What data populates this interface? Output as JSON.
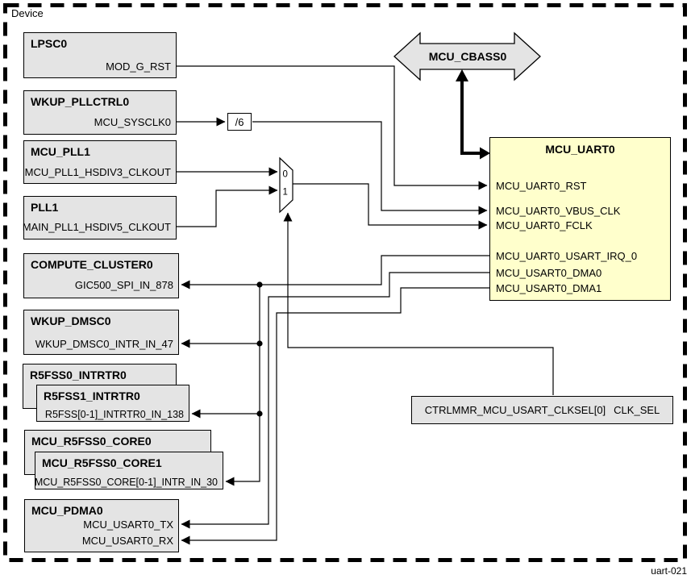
{
  "page": {
    "device_label": "Device",
    "figure_label": "uart-021"
  },
  "colors": {
    "module_fill": "#e4e4e4",
    "uart_fill": "#ffffcc",
    "mux_fill": "#ffffff",
    "wire": "#000000"
  },
  "bus": {
    "label": "MCU_CBASS0"
  },
  "clock_divider": {
    "label": "/6"
  },
  "mux": {
    "input0_label": "0",
    "input1_label": "1"
  },
  "modules": {
    "lpsc0": {
      "title": "LPSC0",
      "port": "MOD_G_RST"
    },
    "wkup_pllctrl0": {
      "title": "WKUP_PLLCTRL0",
      "port": "MCU_SYSCLK0"
    },
    "mcu_pll1": {
      "title": "MCU_PLL1",
      "port": "MCU_PLL1_HSDIV3_CLKOUT"
    },
    "pll1": {
      "title": "PLL1",
      "port": "MAIN_PLL1_HSDIV5_CLKOUT"
    },
    "compute_cluster0": {
      "title": "COMPUTE_CLUSTER0",
      "port": "GIC500_SPI_IN_878"
    },
    "wkup_dmsc0": {
      "title": "WKUP_DMSC0",
      "port": "WKUP_DMSC0_INTR_IN_47"
    },
    "r5fss0_intrtr0": {
      "title": "R5FSS0_INTRTR0"
    },
    "r5fss1_intrtr0": {
      "title": "R5FSS1_INTRTR0",
      "port": "R5FSS[0-1]_INTRTR0_IN_138"
    },
    "mcu_r5fss0_core0": {
      "title": "MCU_R5FSS0_CORE0"
    },
    "mcu_r5fss0_core1": {
      "title": "MCU_R5FSS0_CORE1",
      "port": "MCU_R5FSS0_CORE[0-1]_INTR_IN_30"
    },
    "mcu_pdma0": {
      "title": "MCU_PDMA0",
      "port_tx": "MCU_USART0_TX",
      "port_rx": "MCU_USART0_RX"
    },
    "ctrlmmr": {
      "register": "CTRLMMR_MCU_USART_CLKSEL[0]",
      "port": "CLK_SEL"
    },
    "mcu_uart0": {
      "title": "MCU_UART0",
      "ports": [
        "MCU_UART0_RST",
        "MCU_UART0_VBUS_CLK",
        "MCU_UART0_FCLK",
        "MCU_UART0_USART_IRQ_0",
        "MCU_USART0_DMA0",
        "MCU_USART0_DMA1"
      ]
    }
  }
}
